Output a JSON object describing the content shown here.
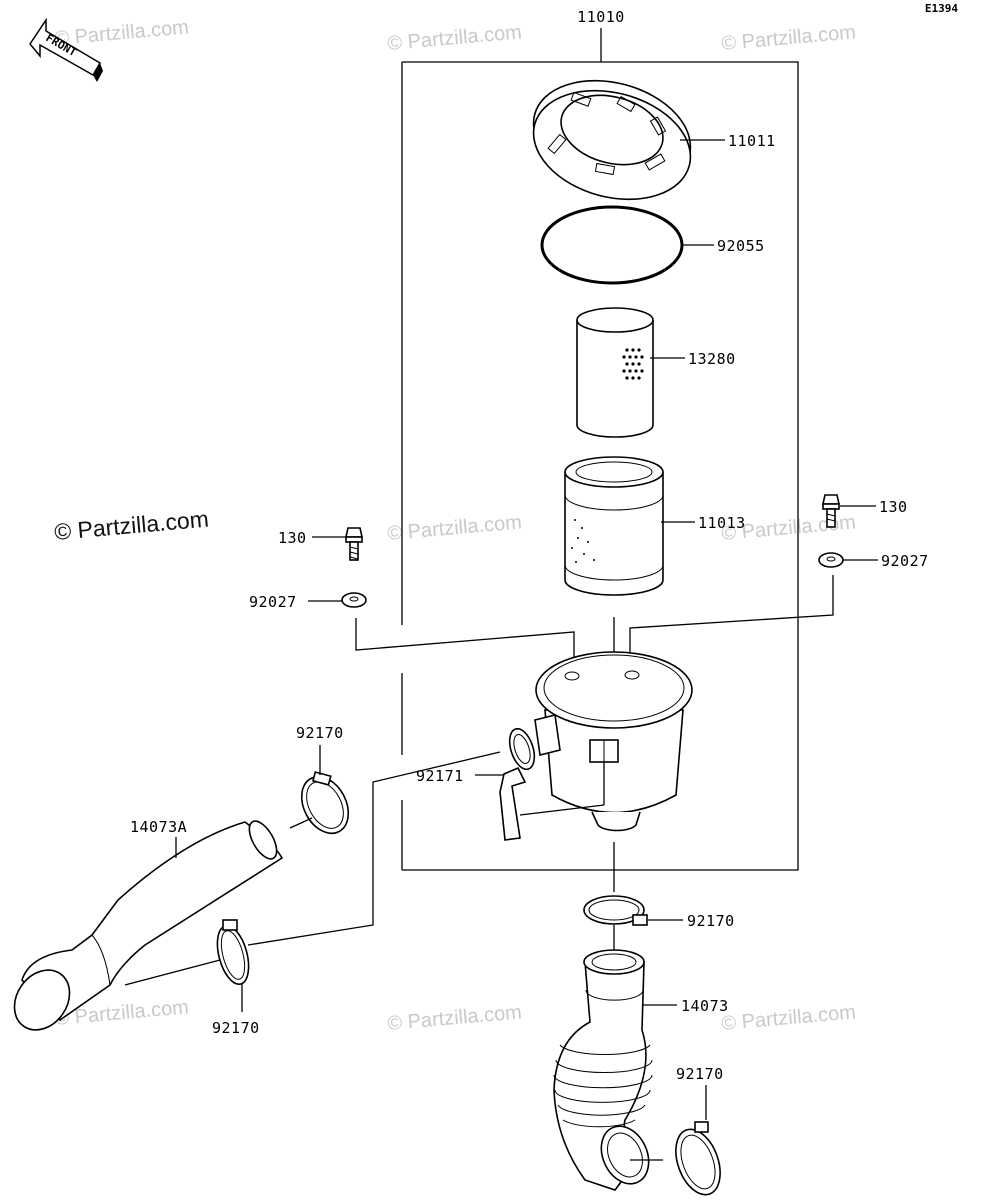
{
  "diagram_code": "E1394",
  "front_label": "FRONT",
  "watermark": "© Partzilla.com",
  "watermark_main": "© Partzilla.com",
  "callouts": {
    "assy": "11010",
    "cap": "11011",
    "oring": "92055",
    "filter_inner": "13280",
    "filter_outer": "11013",
    "bolt_left": "130",
    "washer_left": "92027",
    "bolt_right": "130",
    "washer_right": "92027",
    "clamp_upper_left": "92170",
    "duct_left": "14073A",
    "clamp_lower_left": "92170",
    "clip": "92171",
    "clamp_outlet": "92170",
    "duct_lower": "14073",
    "clamp_bottom": "92170"
  }
}
